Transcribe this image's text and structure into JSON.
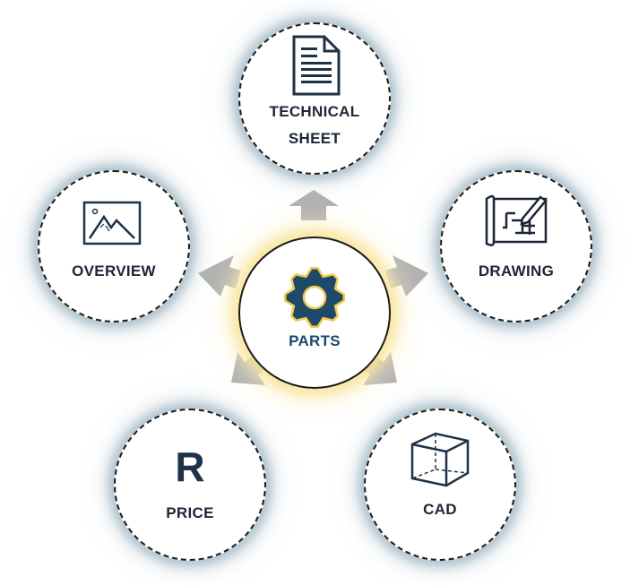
{
  "center": {
    "label": "PARTS",
    "icon": "gear-icon"
  },
  "nodes": [
    {
      "id": "technical-sheet",
      "lines": [
        "TECHNICAL",
        "SHEET"
      ],
      "icon": "document-icon"
    },
    {
      "id": "drawing",
      "lines": [
        "DRAWING"
      ],
      "icon": "blueprint-icon"
    },
    {
      "id": "cad",
      "lines": [
        "CAD"
      ],
      "icon": "cube-icon"
    },
    {
      "id": "price",
      "lines": [
        "PRICE"
      ],
      "icon": "rand-symbol-icon",
      "symbol": "R"
    },
    {
      "id": "overview",
      "lines": [
        "OVERVIEW"
      ],
      "icon": "image-icon"
    }
  ],
  "colors": {
    "outline": "#1b1b1b",
    "label": "#1d2636",
    "icon": "#1d3247",
    "gear_fill": "#1d4a6b",
    "gear_stroke": "#f2c94c",
    "arrow": "#b0b0b0",
    "outer_glow": "#a8bcc8",
    "center_glow": "#f8e296"
  }
}
